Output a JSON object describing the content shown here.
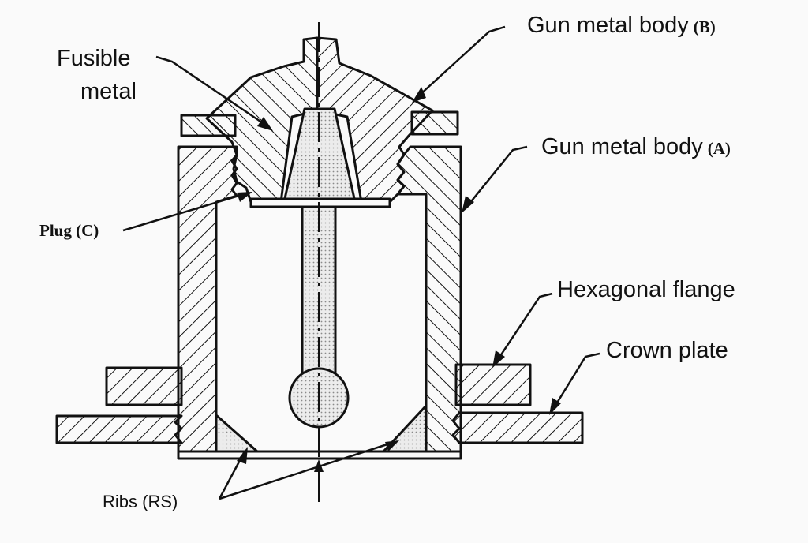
{
  "labels": {
    "gun_metal_body_b": {
      "text": "Gun metal body",
      "suffix": "(B)"
    },
    "fusible_metal": {
      "line1": "Fusible",
      "line2": "metal"
    },
    "gun_metal_body_a": {
      "text": "Gun metal body",
      "suffix": "(A)"
    },
    "plug_c": "Plug (C)",
    "hexagonal_flange": "Hexagonal flange",
    "crown_plate": "Crown plate",
    "ribs_rs": "Ribs (RS)"
  },
  "colors": {
    "ink": "#111111",
    "paper": "#fafafa",
    "stipple": "#d8d8d8"
  }
}
